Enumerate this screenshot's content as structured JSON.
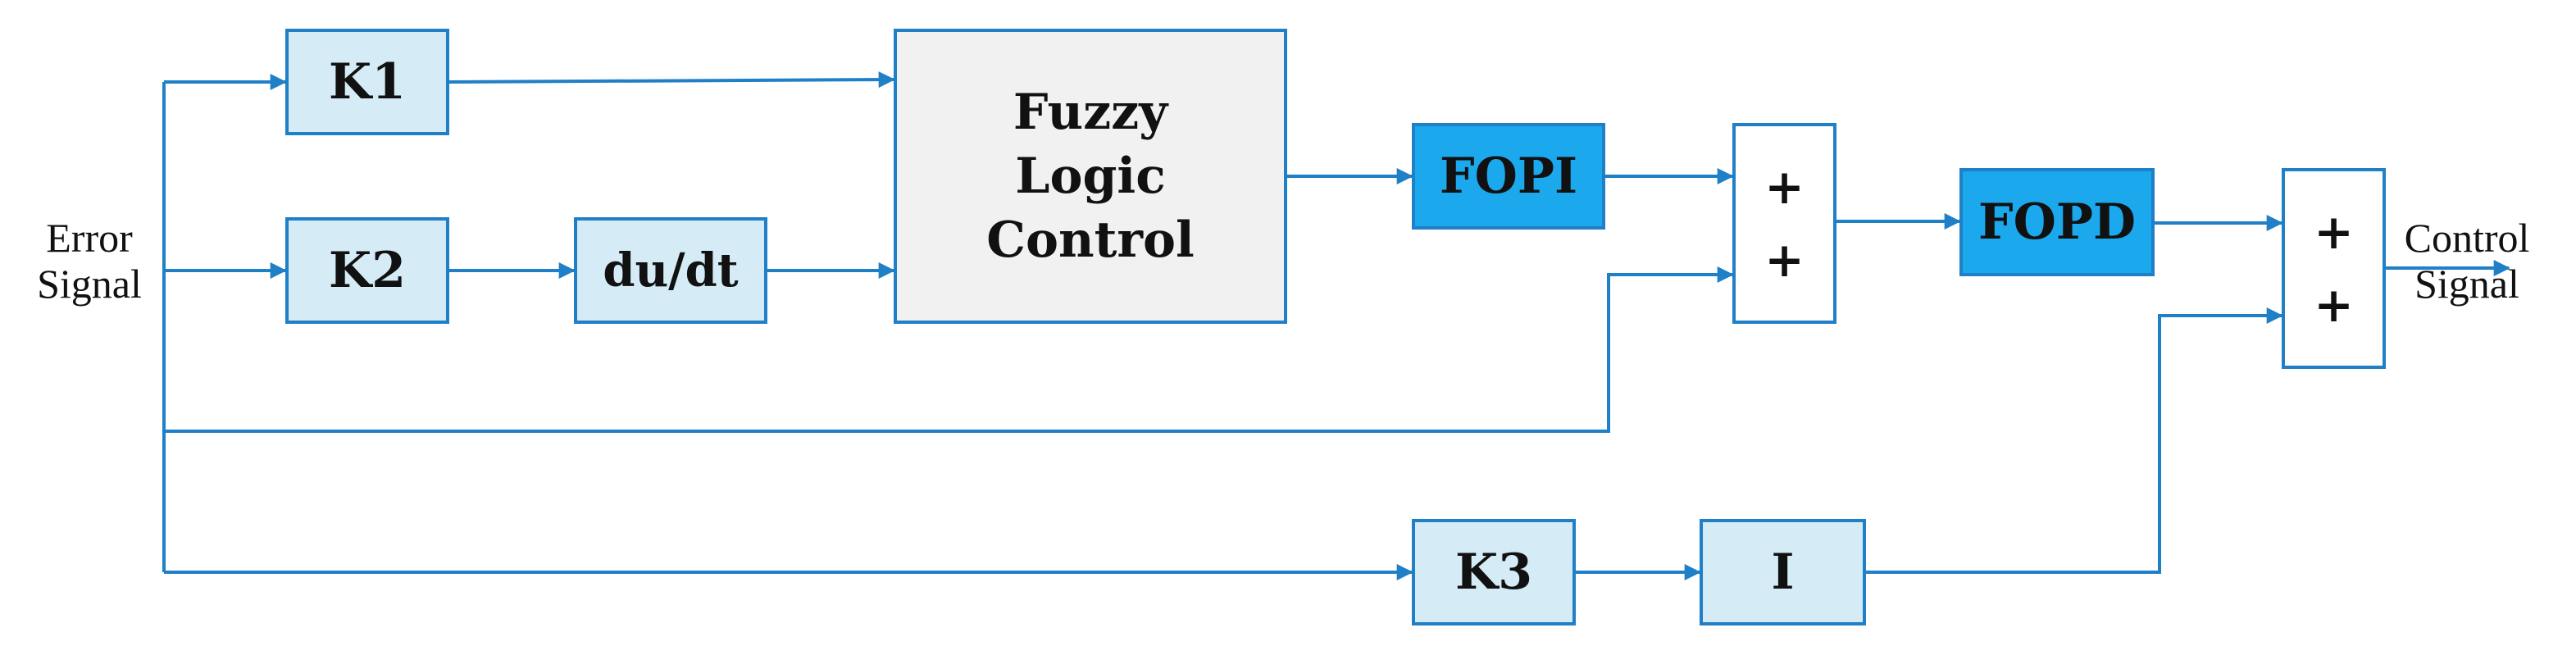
{
  "colors": {
    "wire": "#1f7fc7",
    "light_block": "#d5ebf6",
    "dark_block": "#1ca8ec",
    "flc_block": "#f1f1f1"
  },
  "blocks": {
    "k1": "K1",
    "k2": "K2",
    "k3": "K3",
    "derivative": "du/dt",
    "flc": "Fuzzy Logic Control",
    "fopi": "FOPI",
    "fopd": "FOPD",
    "integrator": "I"
  },
  "summers": {
    "sum1": {
      "top_sign": "+",
      "bottom_sign": "+"
    },
    "sum2": {
      "top_sign": "+",
      "bottom_sign": "+"
    }
  },
  "labels": {
    "input_line1": "Error",
    "input_line2": "Signal",
    "output_line1": "Control",
    "output_line2": "Signal"
  }
}
